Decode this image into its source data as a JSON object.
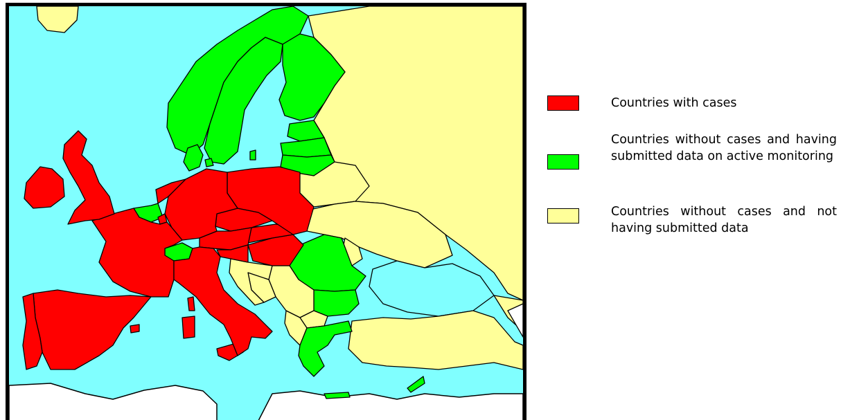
{
  "colors": {
    "sea": "#80ffff",
    "with_cases": "#ff0000",
    "without_cases_submitted": "#00ff00",
    "without_cases_not_submitted": "#ffff99",
    "outside": "#ffffff"
  },
  "legend": {
    "items": [
      {
        "category": "with_cases",
        "label": "Countries with cases"
      },
      {
        "category": "without_cases_submitted",
        "label": "Countries without cases and having submitted data on active monitoring"
      },
      {
        "category": "without_cases_not_submitted",
        "label": "Countries without cases and not having submitted data"
      }
    ]
  },
  "map": {
    "country_status": {
      "Iceland": "not_shown",
      "Norway": "without_cases_submitted",
      "Sweden": "without_cases_submitted",
      "Finland": "without_cases_submitted",
      "Denmark": "without_cases_submitted",
      "Estonia": "without_cases_submitted",
      "Latvia": "without_cases_submitted",
      "Lithuania": "without_cases_submitted",
      "United Kingdom": "with_cases",
      "Ireland": "with_cases",
      "Netherlands": "with_cases",
      "Belgium": "without_cases_submitted",
      "Luxembourg": "with_cases",
      "France": "with_cases",
      "Spain": "with_cases",
      "Portugal": "with_cases",
      "Germany": "with_cases",
      "Poland": "with_cases",
      "Czech Republic": "with_cases",
      "Slovakia": "with_cases",
      "Austria": "with_cases",
      "Hungary": "with_cases",
      "Slovenia": "with_cases",
      "Italy": "with_cases",
      "Switzerland": "without_cases_submitted",
      "Romania": "without_cases_submitted",
      "Bulgaria": "without_cases_submitted",
      "Greece": "without_cases_submitted",
      "Cyprus": "without_cases_submitted",
      "Croatia": "without_cases_not_submitted",
      "Bosnia and Herzegovina": "without_cases_not_submitted",
      "Serbia and Montenegro": "without_cases_not_submitted",
      "Albania": "without_cases_not_submitted",
      "Macedonia": "without_cases_not_submitted",
      "Moldova": "without_cases_not_submitted",
      "Ukraine": "without_cases_not_submitted",
      "Belarus": "without_cases_not_submitted",
      "Russia": "without_cases_not_submitted",
      "Turkey": "without_cases_not_submitted"
    }
  }
}
